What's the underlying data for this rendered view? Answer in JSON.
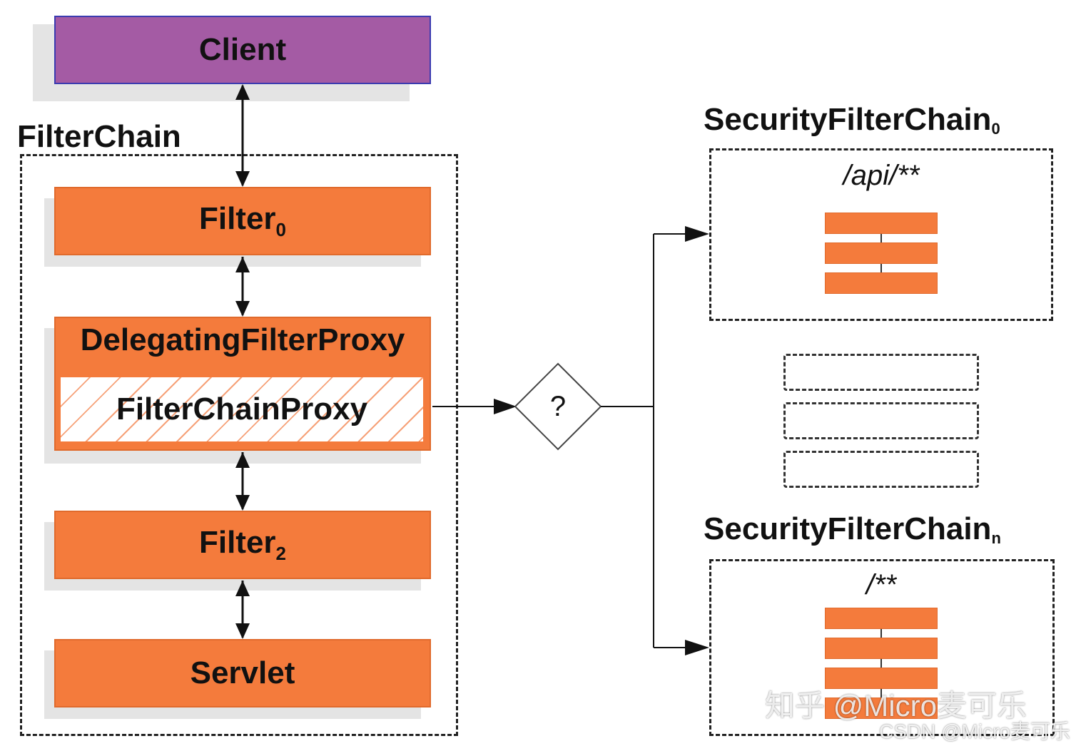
{
  "client": "Client",
  "filter_chain": {
    "title": "FilterChain",
    "filter0": {
      "name": "Filter",
      "sub": "0"
    },
    "delegating": "DelegatingFilterProxy",
    "proxy": "FilterChainProxy",
    "filter2": {
      "name": "Filter",
      "sub": "2"
    },
    "servlet": "Servlet"
  },
  "decision": "?",
  "security_chain_0": {
    "name": "SecurityFilterChain",
    "sub": "0",
    "pattern": "/api/**"
  },
  "security_chain_n": {
    "name": "SecurityFilterChain",
    "sub": "n",
    "pattern": "/**"
  },
  "watermarks": {
    "primary": "知乎 @Micro麦可乐",
    "secondary": "CSDN @Micro麦可乐"
  },
  "colors": {
    "client": "#a45ba4",
    "filter": "#f47b3c",
    "line": "#111111"
  }
}
